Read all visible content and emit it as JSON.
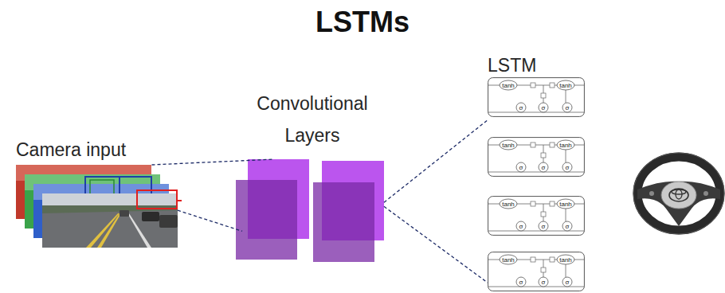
{
  "diagram": {
    "title": "LSTMs",
    "nodes": [
      {
        "text": [
          "Camera input"
        ]
      },
      {
        "text": [
          "Convolutional Layers"
        ]
      },
      {
        "text": [
          "LSTM"
        ]
      }
    ],
    "edges": [
      {
        "from": 0,
        "to": 1,
        "arrow": "none"
      },
      {
        "from": 1,
        "to": 2,
        "arrow": "none"
      }
    ],
    "labels": [
      "tanh",
      "tanh",
      "σ",
      "σ",
      "σ",
      "tanh",
      "tanh",
      "σ",
      "σ",
      "σ",
      "tanh",
      "tanh",
      "σ",
      "σ",
      "σ",
      "tanh",
      "tanh",
      "σ",
      "σ",
      "σ"
    ]
  }
}
